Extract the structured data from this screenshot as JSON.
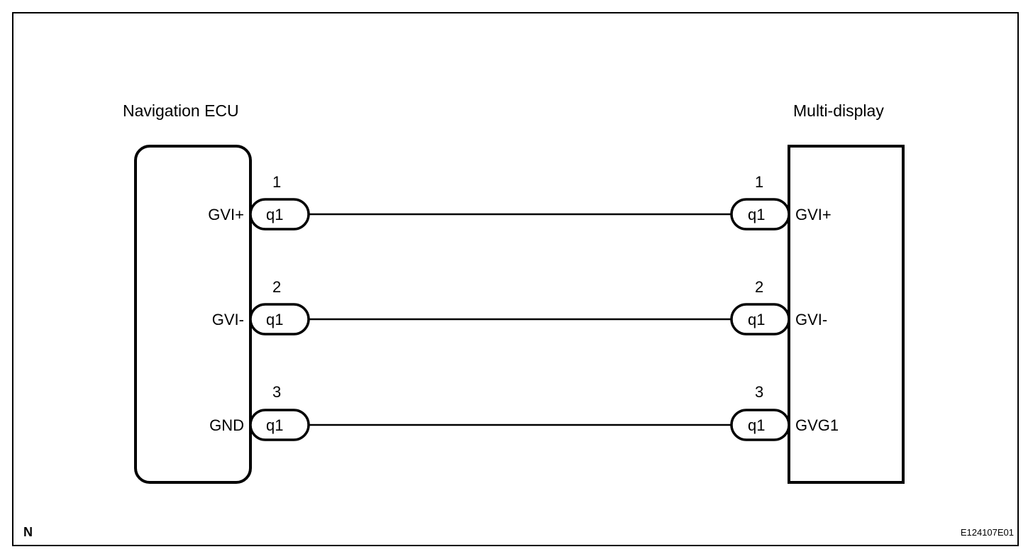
{
  "diagram": {
    "left_component": {
      "title": "Navigation ECU"
    },
    "right_component": {
      "title": "Multi-display"
    },
    "connections": [
      {
        "pin": "1",
        "left_terminal": "GVI+",
        "right_terminal": "GVI+",
        "connector": "q1"
      },
      {
        "pin": "2",
        "left_terminal": "GVI-",
        "right_terminal": "GVI-",
        "connector": "q1"
      },
      {
        "pin": "3",
        "left_terminal": "GND",
        "right_terminal": "GVG1",
        "connector": "q1"
      }
    ],
    "corner_mark": "N",
    "figure_code": "E124107E01"
  }
}
